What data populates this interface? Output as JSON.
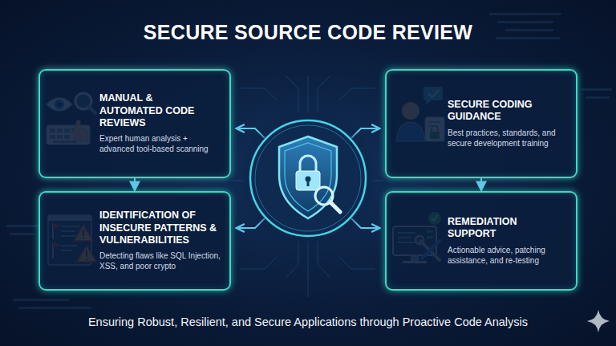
{
  "diagram": {
    "title": "SECURE SOURCE CODE REVIEW",
    "caption": "Ensuring Robust, Resilient, and Secure Applications through Proactive Code Analysis",
    "nodes": [
      {
        "text": [
          "MANUAL & AUTOMATED CODE REVIEWS",
          "Expert human analysis + advanced tool-based scanning"
        ]
      },
      {
        "text": [
          "SECURE CODING GUIDANCE",
          "Best practices, standards, and secure development training"
        ]
      },
      {
        "text": [
          "IDENTIFICATION OF INSECURE PATTERNS & VULNERABILITIES",
          "Detecting flaws like SQL Injection, XSS, and poor crypto"
        ]
      },
      {
        "text": [
          "REMEDIATION SUPPORT",
          "Actionable advice, patching assistance, and re-testing"
        ]
      }
    ],
    "edges": [
      {
        "from": 0,
        "to": 2,
        "arrow": "to"
      },
      {
        "from": 1,
        "to": 3,
        "arrow": "to"
      }
    ]
  }
}
